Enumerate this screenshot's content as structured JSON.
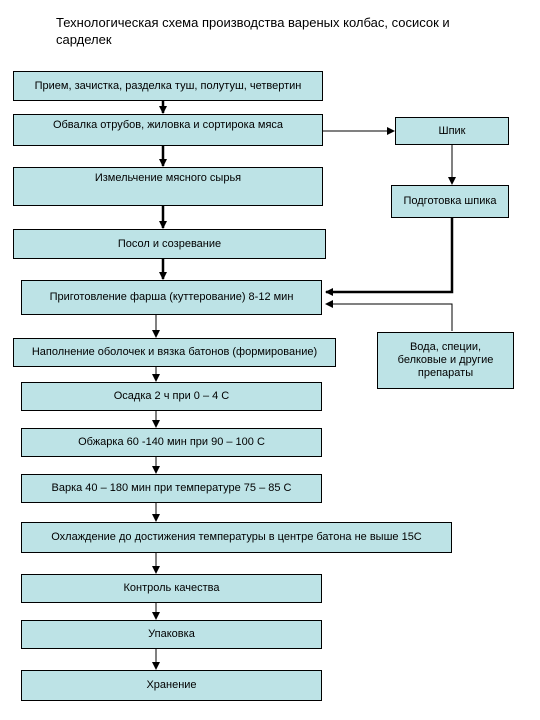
{
  "title": "Технологическая схема производства вареных колбас, сосисок и сарделек",
  "steps": [
    "Прием, зачистка, разделка туш, полутуш, четвертин",
    "Обвалка отрубов, жиловка и  сортирока мяса",
    "Измельчение мясного сырья",
    "Посол и созревание",
    "Приготовление фарша (куттерование) 8-12 мин",
    "Наполнение оболочек и вязка батонов (формирование)",
    "Осадка 2 ч при 0 – 4 С",
    "Обжарка 60 -140 мин при 90 – 100 С",
    "Варка 40 – 180 мин при температуре 75 – 85 С",
    "Охлаждение до достижения температуры в центре батона не выше 15С",
    "Контроль качества",
    "Упаковка",
    "Хранение"
  ],
  "side": {
    "fat": "Шпик",
    "fat_prep": "Подготовка шпика",
    "additives": "Вода, специи, белковые и другие препараты"
  }
}
